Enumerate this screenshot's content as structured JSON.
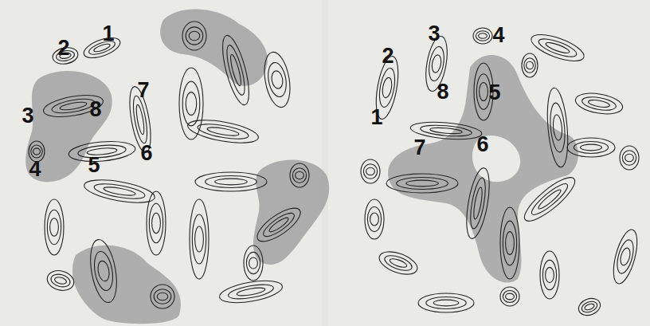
{
  "diagram": {
    "labels": [
      "1",
      "2",
      "7",
      "3",
      "8",
      "6",
      "4",
      "5",
      "3",
      "4",
      "2",
      "8",
      "5",
      "1",
      "7",
      "6"
    ]
  }
}
